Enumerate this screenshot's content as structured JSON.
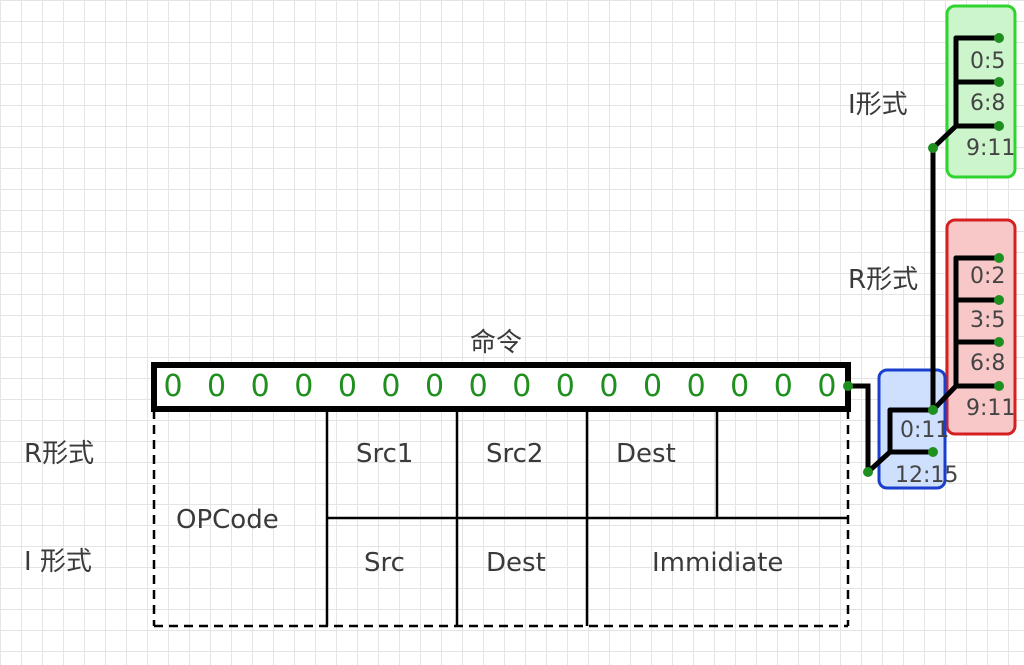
{
  "instruction": {
    "title": "命令",
    "bits": [
      "0",
      "0",
      "0",
      "0",
      "0",
      "0",
      "0",
      "0",
      "0",
      "0",
      "0",
      "0",
      "0",
      "0",
      "0",
      "0"
    ]
  },
  "format_table": {
    "r_format_label": "R形式",
    "i_format_label": "I 形式",
    "opcode": "OPCode",
    "r_row": {
      "src1": "Src1",
      "src2": "Src2",
      "dest": "Dest"
    },
    "i_row": {
      "src": "Src",
      "dest": "Dest",
      "immediate": "Immidiate"
    }
  },
  "splitters": {
    "main": {
      "outputs": [
        "0:11",
        "12:15"
      ],
      "color": "#1a3fcc",
      "fill": "#cfe0ff"
    },
    "r_format": {
      "label": "R形式",
      "outputs": [
        "0:2",
        "3:5",
        "6:8",
        "9:11"
      ],
      "color": "#d42020",
      "fill": "#f8c8c8"
    },
    "i_format": {
      "label": "I形式",
      "outputs": [
        "0:5",
        "6:8",
        "9:11"
      ],
      "color": "#2fd42f",
      "fill": "#ccf5cc"
    }
  },
  "colors": {
    "wire": "#000000",
    "pin": "#1f8f1f",
    "bit": "#1f8f1f"
  }
}
